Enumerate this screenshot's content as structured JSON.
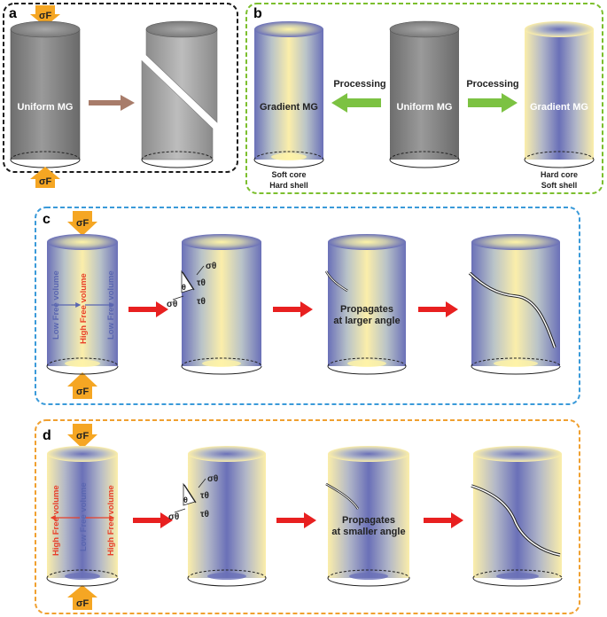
{
  "panels": {
    "a": {
      "letter": "a",
      "cylinder_label": "Uniform MG",
      "force_top": "σF",
      "force_bottom": "σF"
    },
    "b": {
      "letter": "b",
      "left_label": "Gradient MG",
      "center_label": "Uniform MG",
      "right_label": "Gradient MG",
      "process_left": "Processing",
      "process_right": "Processing",
      "left_caption_1": "Soft core",
      "left_caption_2": "Hard shell",
      "right_caption_1": "Hard core",
      "right_caption_2": "Soft shell"
    },
    "c": {
      "letter": "c",
      "force_top": "σF",
      "force_bottom": "σF",
      "vtext_left": "Low Free volume",
      "vtext_center": "High Free volume",
      "vtext_right": "Low Free volume",
      "stress_sigma_top": "σθ",
      "stress_tau_1": "τθ",
      "stress_theta": "θ",
      "stress_sigma_left": "σθ",
      "stress_tau_2": "τθ",
      "note_1": "Propagates",
      "note_2": "at larger angle"
    },
    "d": {
      "letter": "d",
      "force_top": "σF",
      "force_bottom": "σF",
      "vtext_left": "High Free volume",
      "vtext_center": "Low Free volume",
      "vtext_right": "High Free volume",
      "stress_sigma_top": "σθ",
      "stress_tau_1": "τθ",
      "stress_theta": "θ",
      "stress_sigma_left": "σθ",
      "stress_tau_2": "τθ",
      "note_1": "Propagates",
      "note_2": "at smaller angle"
    }
  },
  "colors": {
    "panel_a_border": "#1a1a1a",
    "panel_b_border": "#7cbf2e",
    "panel_c_border": "#3a9ad9",
    "panel_d_border": "#f0a030",
    "yellow": "#fbeeaa",
    "blue": "#6a70b8",
    "red_text": "#e8402a",
    "blue_text": "#5a66b0",
    "force_arrow": "#f5a623",
    "process_arrow": "#7cc242",
    "brown_arrow": "#a87c6a",
    "red_arrow": "#e82020"
  }
}
